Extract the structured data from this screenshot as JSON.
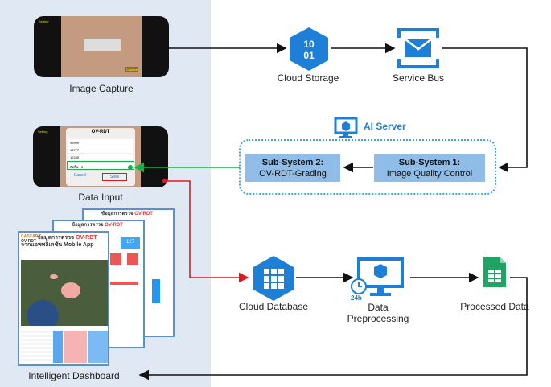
{
  "image_capture": {
    "label": "Image Capture",
    "screen_buttons": [
      "Setting",
      "Capture"
    ]
  },
  "data_input": {
    "label": "Data Input",
    "dialog_title": "OV-RDT",
    "fields": [
      "99999",
      "13777",
      "12285",
      "ตัดสิ้น +3"
    ],
    "cancel": "Cancel",
    "save": "Save",
    "setting": "Setting"
  },
  "dashboard": {
    "label": "Intelligent Dashboard",
    "header_prefix": "ข้อมูลการตรวจ ",
    "header_highlight": "OV-RDT",
    "header_suffix": " จากแอพพลิเคชัน Mobile App",
    "logo": "CASCAP",
    "logo_sub": "OV-RDT",
    "stat": "127"
  },
  "cloud_storage": {
    "label": "Cloud Storage",
    "icon_text_1": "10",
    "icon_text_2": "01"
  },
  "service_bus": {
    "label": "Service Bus"
  },
  "ai_server": {
    "label": "AI Server",
    "subsystem1": {
      "title": "Sub-System 1:",
      "subtitle": "Image Quality Control"
    },
    "subsystem2": {
      "title": "Sub-System 2:",
      "subtitle": "OV-RDT-Grading"
    }
  },
  "cloud_database": {
    "label": "Cloud Database"
  },
  "data_preprocessing": {
    "label_line1": "Data",
    "label_line2": "Preprocessing",
    "badge": "24h"
  },
  "processed_data": {
    "label": "Processed Data"
  },
  "colors": {
    "azure": "#1e7fd6",
    "box": "#8fbde8",
    "green_arrow": "#1faa4b",
    "red_arrow": "#e0181b",
    "panel": "#dfe8f3"
  }
}
